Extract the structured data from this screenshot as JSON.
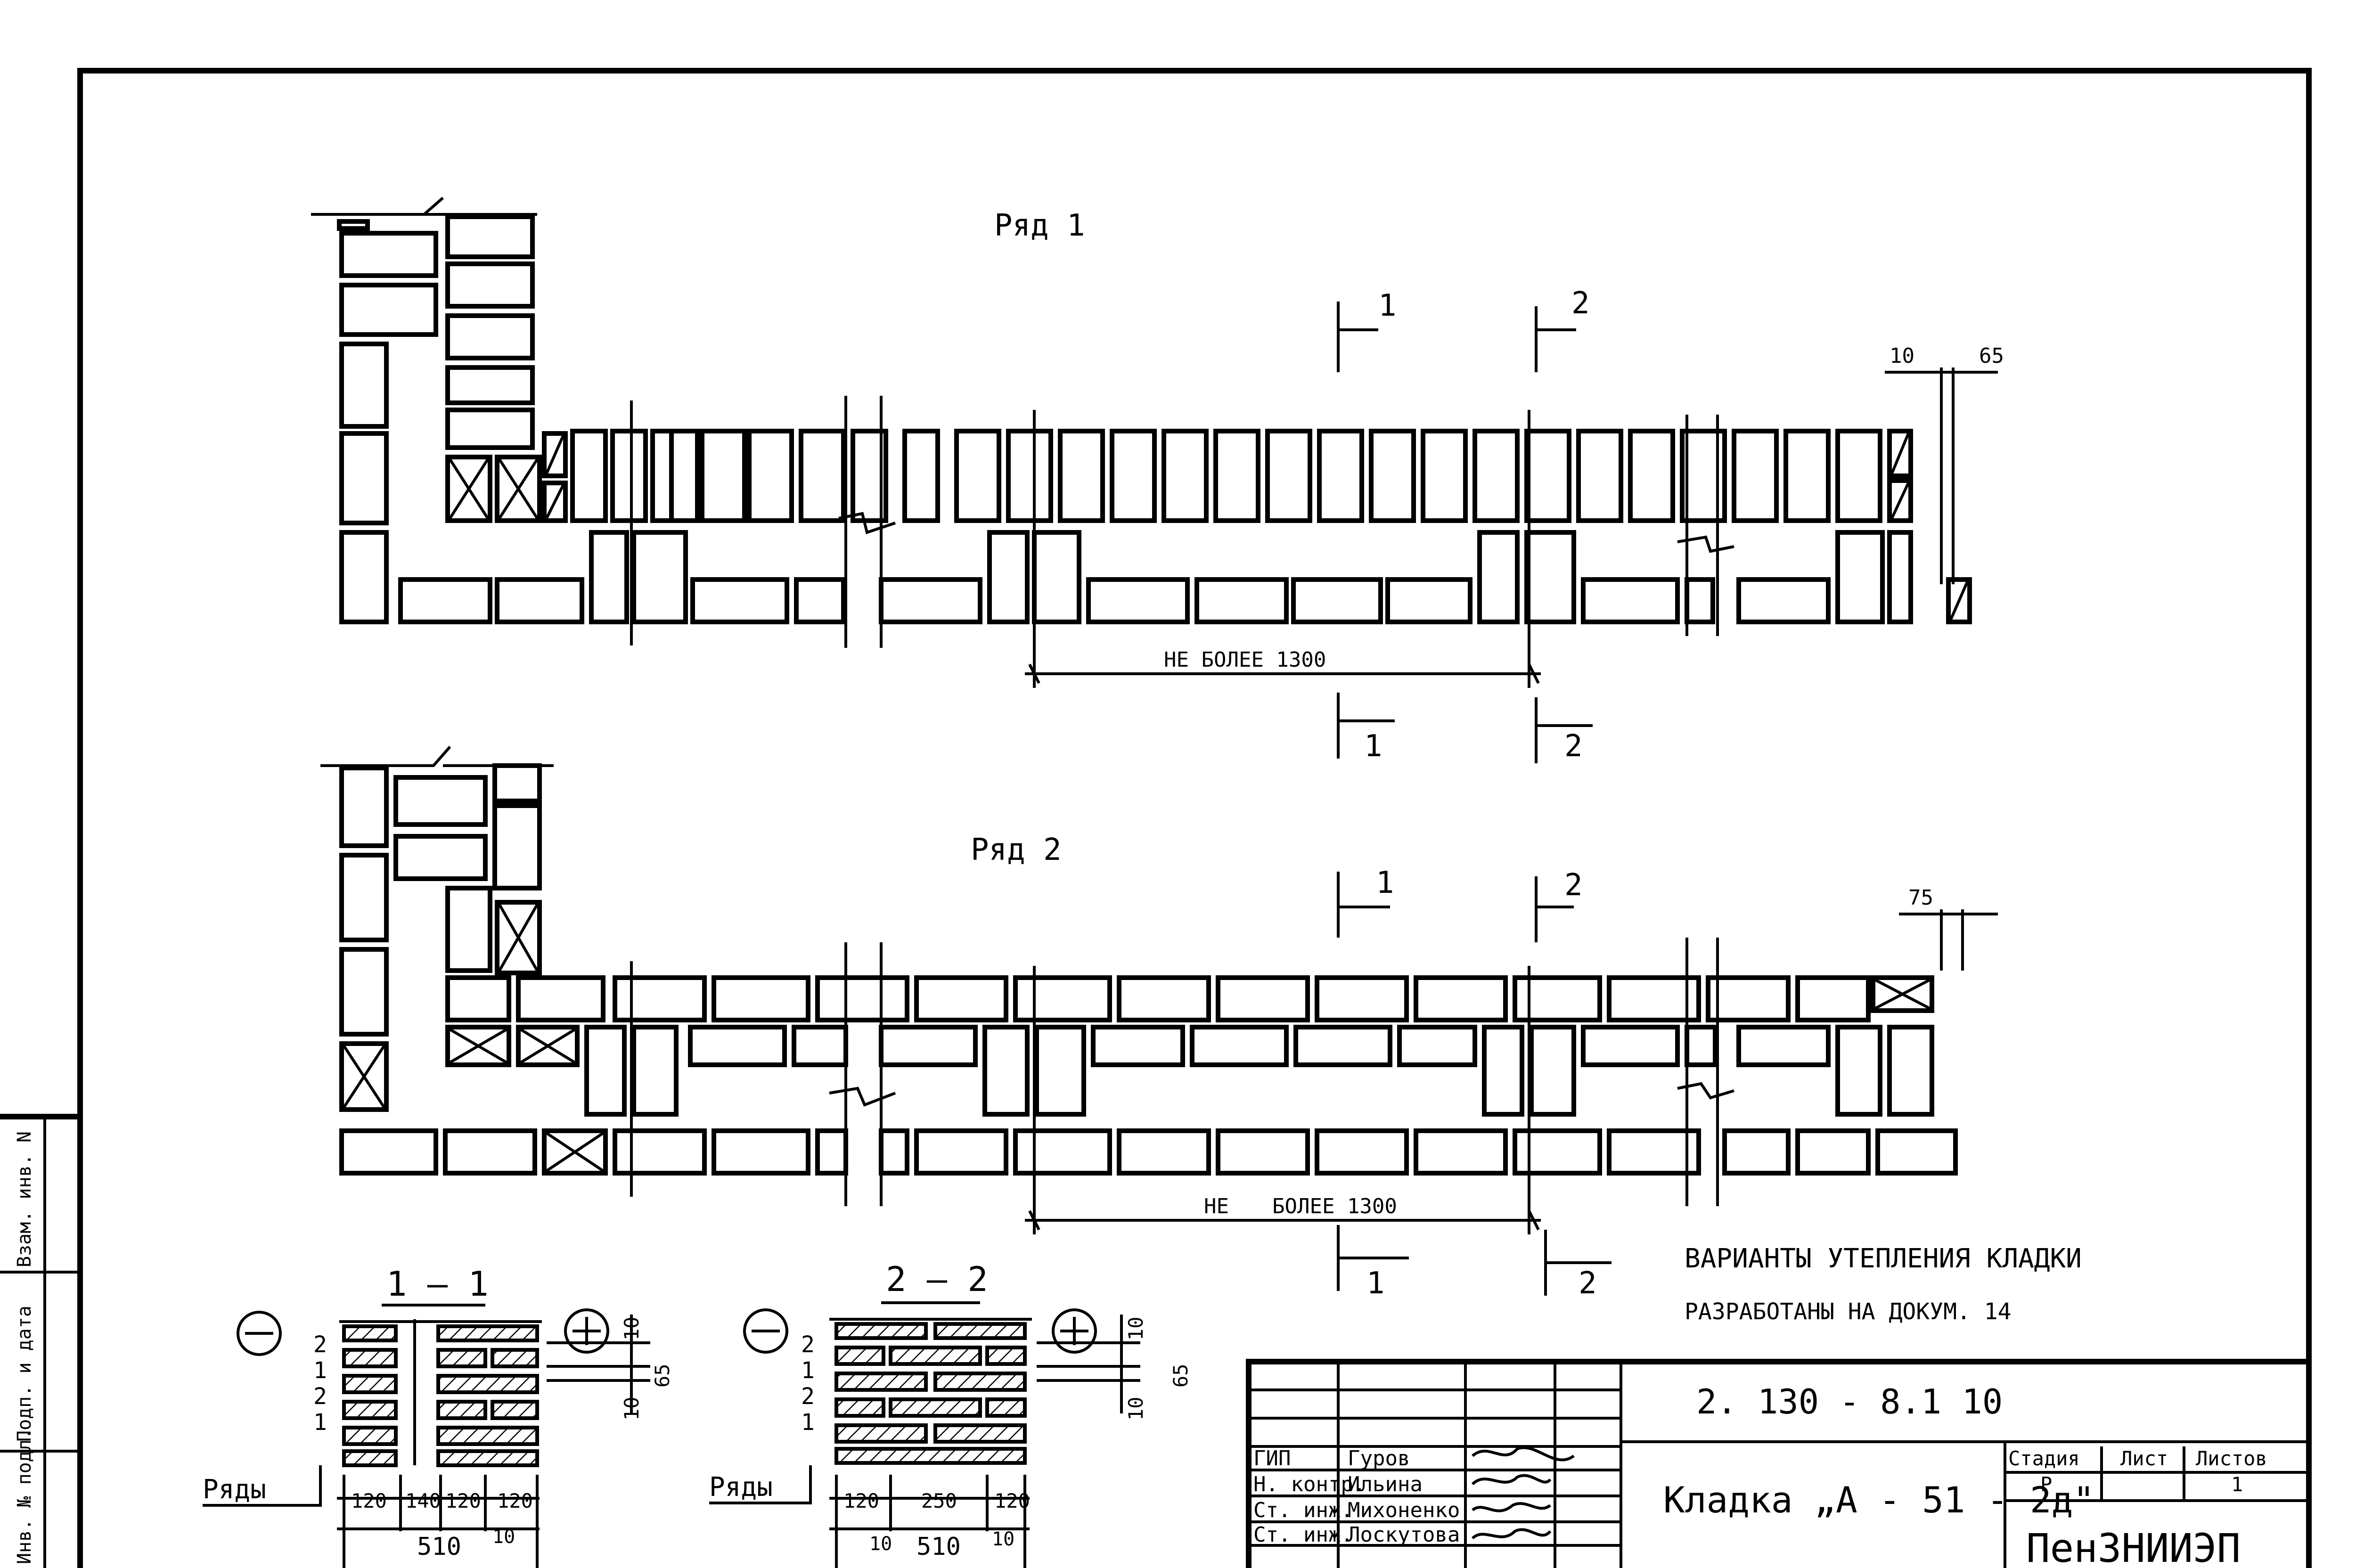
{
  "row1": {
    "title": "Ряд 1",
    "dim_left": "10",
    "dim_right": "65",
    "span_label": "НЕ БОЛЕЕ 1300"
  },
  "row2": {
    "title": "Ряд 2",
    "dim_gap": "75",
    "span_label_a": "НЕ",
    "span_label_b": "БОЛЕЕ 1300"
  },
  "section_marks": {
    "s1": "1",
    "s2": "2"
  },
  "section_11": {
    "title": "1 — 1",
    "minus": "⊖",
    "plus": "⊕",
    "rows_label": "Ряды",
    "row_numbers": [
      "2",
      "1",
      "2",
      "1"
    ],
    "dims_bottom": [
      "120",
      "140",
      "120",
      "120"
    ],
    "total": "510",
    "small": "10",
    "side_dims": [
      "10",
      "65",
      "10"
    ]
  },
  "section_22": {
    "title": "2 — 2",
    "minus": "⊖",
    "plus": "⊕",
    "rows_label": "Ряды",
    "row_numbers": [
      "2",
      "1",
      "2",
      "1"
    ],
    "dims_bottom": [
      "120",
      "250",
      "120"
    ],
    "total": "510",
    "small_left": "10",
    "small_right": "10",
    "side_dims": [
      "10",
      "65",
      "10"
    ]
  },
  "note": {
    "line1": "ВАРИАНТЫ УТЕПЛЕНИЯ КЛАДКИ",
    "line2": "РАЗРАБОТАНЫ НА ДОКУМ. 14"
  },
  "stamp": {
    "doc_number": "2. 130 - 8.1   10",
    "title": "Кладка „А - 51 - 2д\"",
    "stage_header": "Стадия",
    "sheet_header": "Лист",
    "sheets_header": "Листов",
    "stage": "Р",
    "sheets": "1",
    "org": "ПенЗНИИЭП",
    "signers": [
      {
        "role": "ГИП",
        "name": "Гуров"
      },
      {
        "role": "Н. контр.",
        "name": "Ильина"
      },
      {
        "role": "Ст. инж.",
        "name": "Михоненко"
      },
      {
        "role": "Ст. инж.",
        "name": "Лоскутова"
      }
    ]
  },
  "side_strip": [
    "Инв. № подл.",
    "Подп. и дата",
    "Взам. инв. N"
  ]
}
